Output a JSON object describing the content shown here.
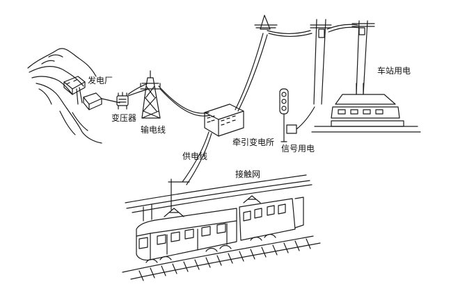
{
  "labels": {
    "power_plant": "发电厂",
    "transformer": "变压器",
    "transmission_line": "输电线",
    "feeder_line": "供电线",
    "traction_substation": "牵引变电所",
    "signal_power": "信号用电",
    "station_power": "车站用电",
    "catenary": "接触网"
  },
  "colors": {
    "line": "#1a1a1a",
    "background": "#ffffff"
  }
}
